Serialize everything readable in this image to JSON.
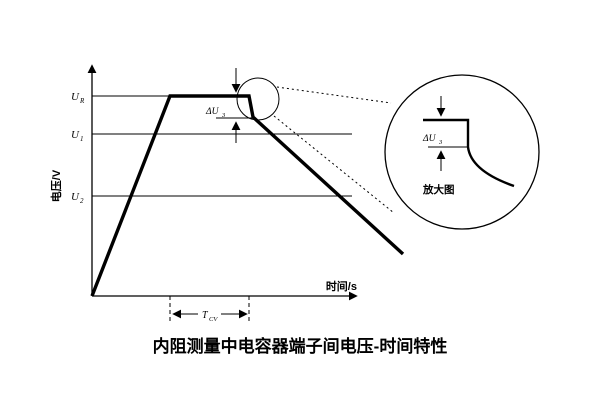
{
  "figure": {
    "caption": "内阻测量中电容器端子间电压-时间特性",
    "axes": {
      "y": "电压/V",
      "x": "时间/s"
    },
    "ticks": {
      "uR": {
        "base": "U",
        "sub": "R"
      },
      "u1": {
        "base": "U",
        "sub": "1"
      },
      "u2": {
        "base": "U",
        "sub": "2"
      }
    },
    "annotations": {
      "drop": {
        "base": "ΔU",
        "sub": "3"
      },
      "charge_time": {
        "base": "T",
        "sub": "CV"
      },
      "magnifier": {
        "drop": {
          "base": "ΔU",
          "sub": "3"
        },
        "label": "放大图"
      }
    }
  }
}
